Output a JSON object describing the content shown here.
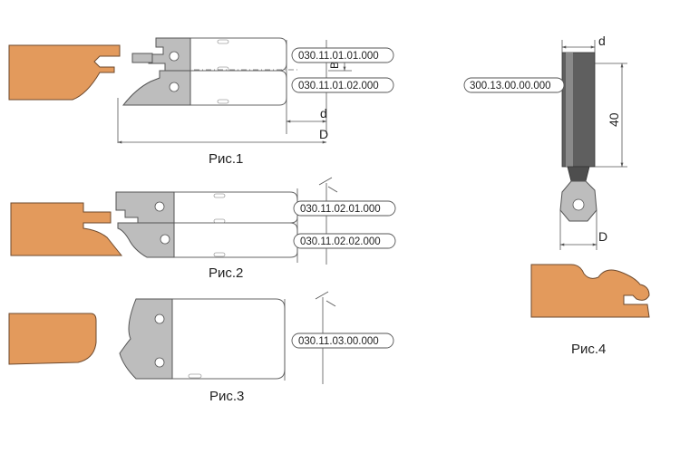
{
  "figures": [
    {
      "caption": "Рис.1",
      "codes": [
        "030.11.01.01.000",
        "030.11.01.02.000"
      ],
      "dim_labels": {
        "b": "B",
        "d": "d",
        "D": "D"
      }
    },
    {
      "caption": "Рис.2",
      "codes": [
        "030.11.02.01.000",
        "030.11.02.02.000"
      ]
    },
    {
      "caption": "Рис.3",
      "codes": [
        "030.11.03.00.000"
      ]
    },
    {
      "caption": "Рис.4",
      "codes": [
        "300.13.00.00.000"
      ],
      "dim_labels": {
        "d": "d",
        "length": "40",
        "D": "D"
      }
    }
  ],
  "colors": {
    "wood": "#e39a5c",
    "knife": "#bdbdbd",
    "outline": "#555555"
  }
}
